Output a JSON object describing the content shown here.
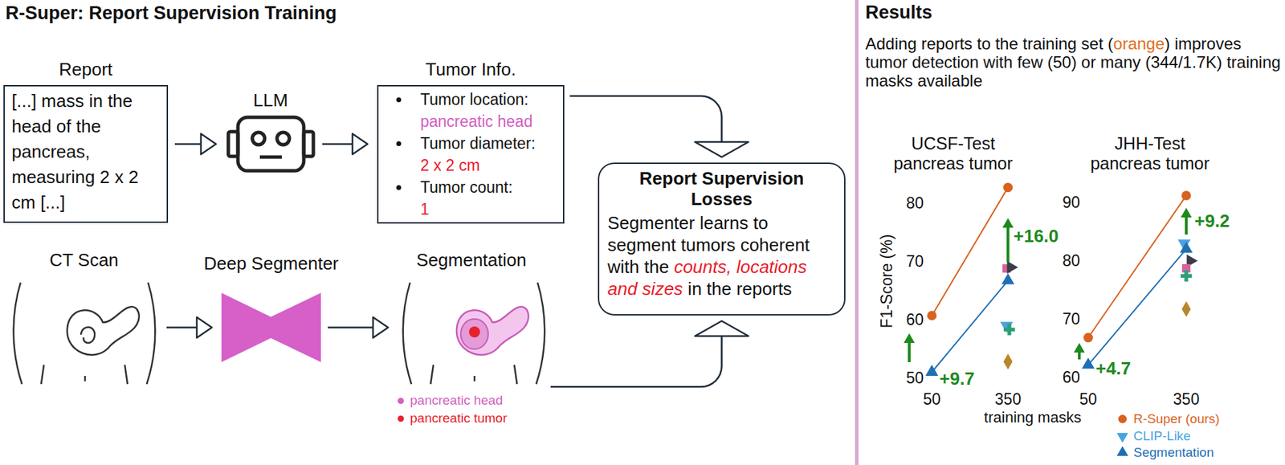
{
  "diagram": {
    "title": "R-Super: Report Supervision Training",
    "nodes": [
      {
        "text": [
          "Report",
          "[...] mass in the head of the pancreas, measuring 2 x 2 cm [...]"
        ]
      },
      {
        "text": [
          "LLM"
        ]
      },
      {
        "text": [
          "Tumor Info.",
          "Tumor location:",
          "pancreatic head",
          "Tumor diameter:",
          "2 x 2 cm",
          "Tumor count:",
          "1"
        ]
      },
      {
        "text": [
          "Report Supervision Losses",
          "Segmenter learns to segment tumors coherent with the",
          "counts, locations and sizes",
          "in the reports"
        ]
      },
      {
        "text": [
          "CT Scan"
        ]
      },
      {
        "text": [
          "Deep Segmenter"
        ]
      },
      {
        "text": [
          "Segmentation"
        ]
      }
    ],
    "edges": [
      {
        "from": 0,
        "to": 1,
        "arrow": "to"
      },
      {
        "from": 1,
        "to": 2,
        "arrow": "to"
      },
      {
        "from": 2,
        "to": 3,
        "arrow": "to"
      },
      {
        "from": 4,
        "to": 5,
        "arrow": "to"
      },
      {
        "from": 5,
        "to": 6,
        "arrow": "to"
      },
      {
        "from": 6,
        "to": 3,
        "arrow": "to"
      }
    ],
    "labels": [
      "Results",
      "Adding reports to the training set (",
      "orange",
      ") improves tumor detection with few (50) or many (344/1.7K) training masks available",
      "UCSF-Test pancreas tumor",
      "F1-Score (%)",
      "80",
      "70",
      "60",
      "50",
      "50",
      "350",
      "+16.0",
      "+9.7",
      "JHH-Test pancreas tumor",
      "90",
      "80",
      "70",
      "60",
      "50",
      "350",
      "+9.2",
      "+4.7",
      "training masks"
    ],
    "legend": [
      {
        "text": "pancreatic head",
        "color": "#d35fc1"
      },
      {
        "text": "pancreatic tumor",
        "color": "#e8202a"
      },
      {
        "text": "R-Super (ours)"
      },
      {
        "text": "CLIP-Like"
      },
      {
        "text": "Segmentation"
      }
    ]
  }
}
